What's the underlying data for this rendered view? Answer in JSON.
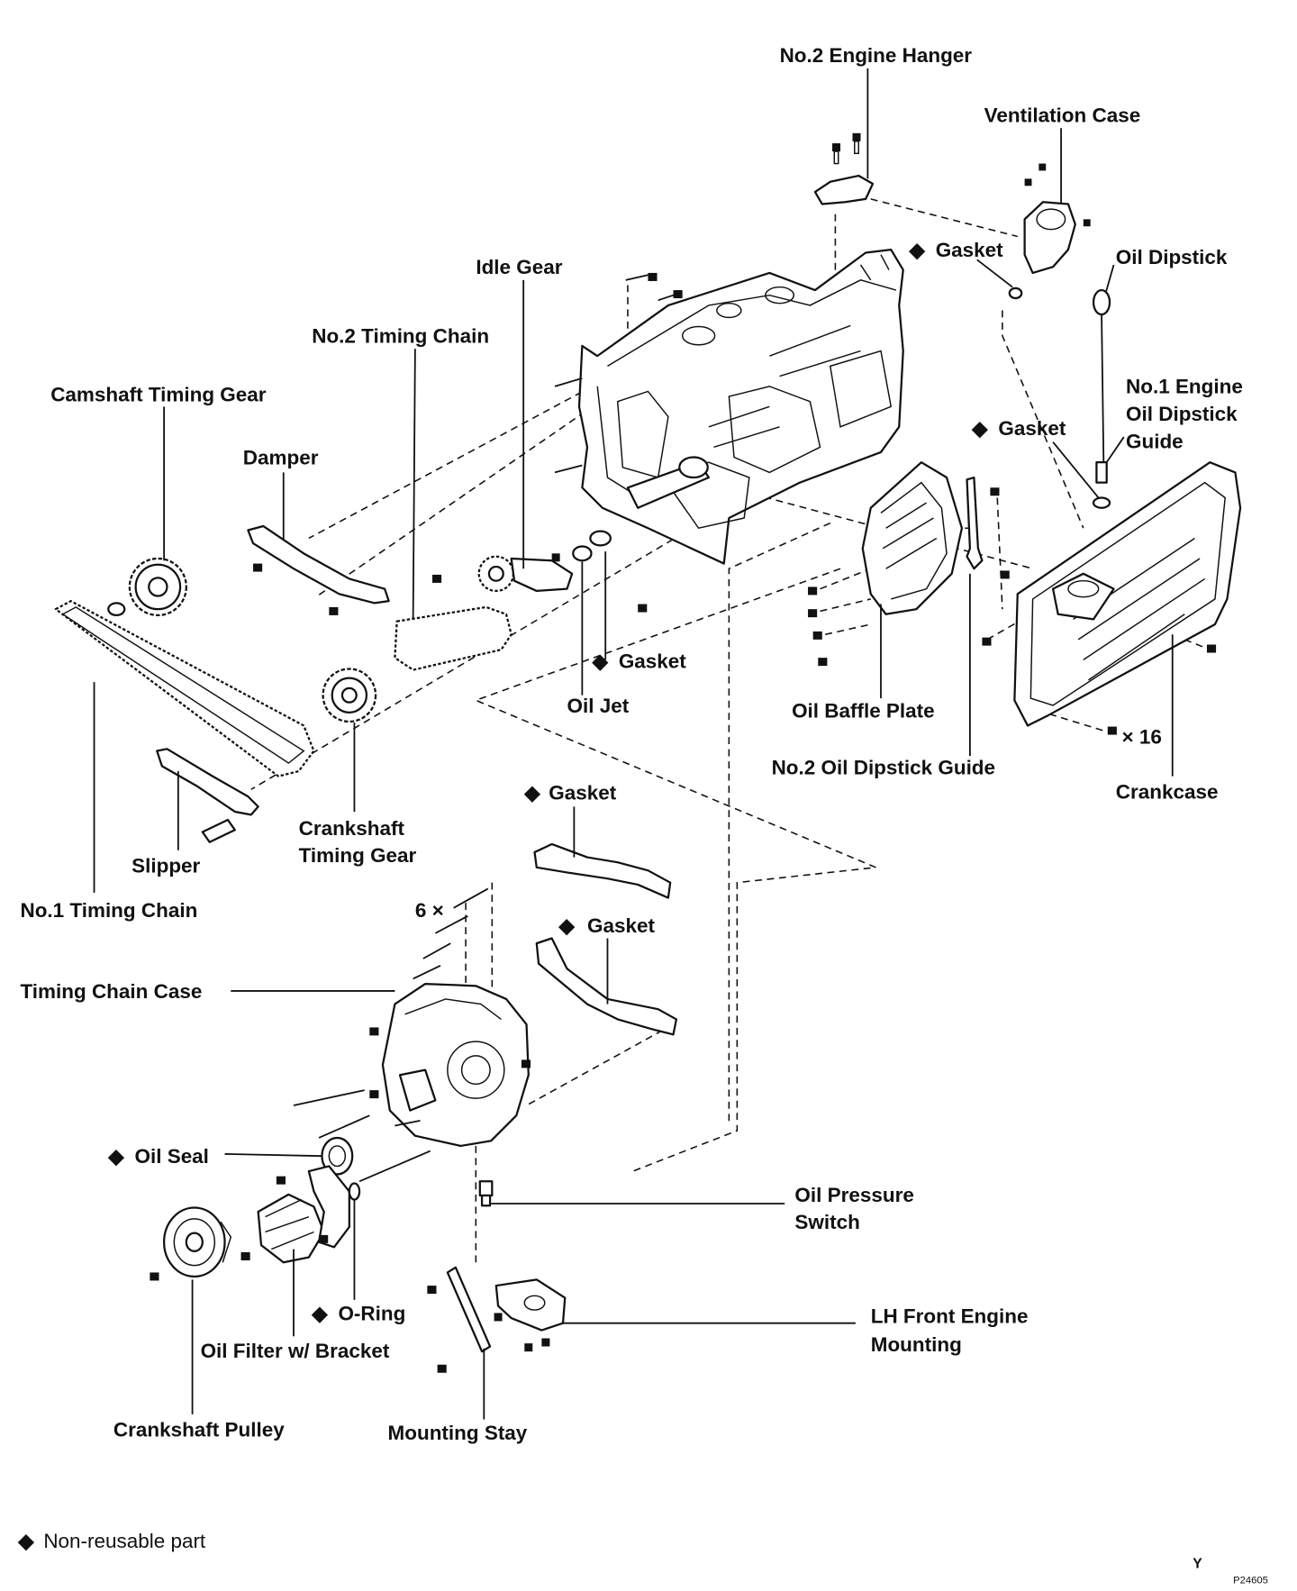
{
  "diagram": {
    "marker_symbol": "◆",
    "labels": {
      "no2_engine_hanger": "No.2 Engine Hanger",
      "ventilation_case": "Ventilation Case",
      "gasket_top": "Gasket",
      "oil_dipstick": "Oil Dipstick",
      "idle_gear": "Idle Gear",
      "no2_timing_chain": "No.2 Timing Chain",
      "no1_engine_oil_dipstick_guide_1": "No.1 Engine",
      "no1_engine_oil_dipstick_guide_2": "Oil Dipstick",
      "no1_engine_oil_dipstick_guide_3": "Guide",
      "camshaft_timing_gear": "Camshaft Timing Gear",
      "gasket_crankcase": "Gasket",
      "damper": "Damper",
      "gasket_oil_jet": "Gasket",
      "oil_jet": "Oil Jet",
      "oil_baffle_plate": "Oil Baffle Plate",
      "bolt_count_16": "× 16",
      "no2_oil_dipstick_guide": "No.2 Oil Dipstick Guide",
      "crankcase": "Crankcase",
      "gasket_mid": "Gasket",
      "crankshaft_timing_gear_1": "Crankshaft",
      "crankshaft_timing_gear_2": "Timing Gear",
      "slipper": "Slipper",
      "no1_timing_chain": "No.1 Timing Chain",
      "bolt_count_6": "6 ×",
      "gasket_lower": "Gasket",
      "timing_chain_case": "Timing Chain Case",
      "oil_seal": "Oil Seal",
      "oil_pressure_switch_1": "Oil Pressure",
      "oil_pressure_switch_2": "Switch",
      "o_ring": "O-Ring",
      "lh_front_engine_mounting_1": "LH Front Engine",
      "lh_front_engine_mounting_2": "Mounting",
      "oil_filter_w_bracket": "Oil Filter w/ Bracket",
      "crankshaft_pulley": "Crankshaft Pulley",
      "mounting_stay": "Mounting Stay"
    },
    "legend": {
      "text": "Non-reusable part"
    },
    "footer": {
      "letter": "Y",
      "code": "P24605"
    }
  }
}
